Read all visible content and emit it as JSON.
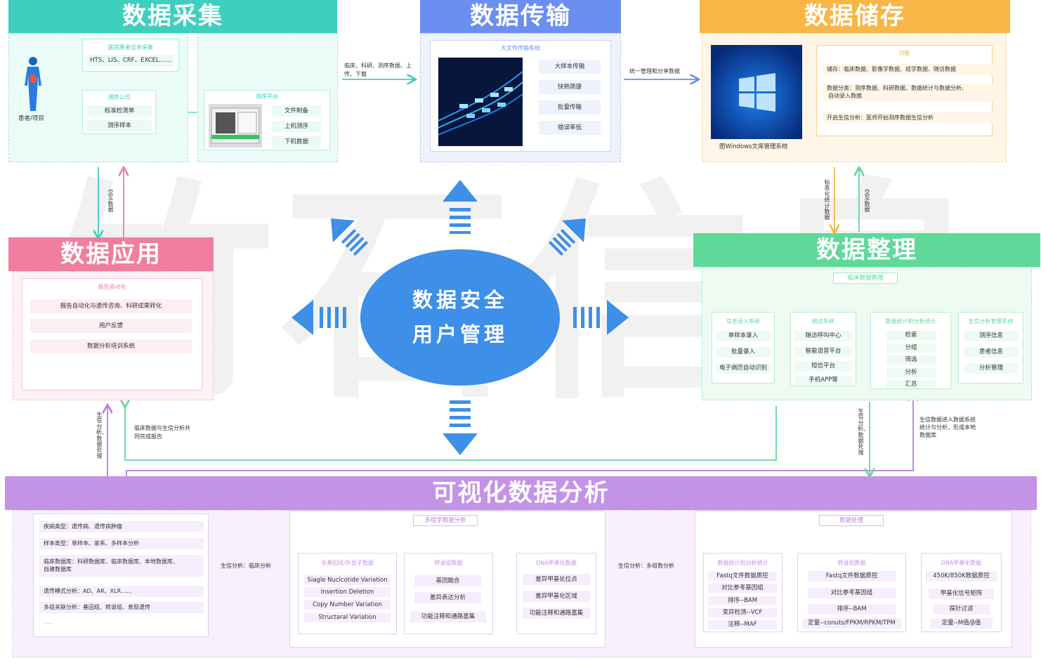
{
  "headers": {
    "collect": "数据采集",
    "transfer": "数据传输",
    "storage": "数据储存",
    "application": "数据应用",
    "organize": "数据整理",
    "visual": "可视化数据分析"
  },
  "center": {
    "line1": "数据安全",
    "line2": "用户管理"
  },
  "watermark": "竹石信息",
  "collect": {
    "patient_label": "患者/项目",
    "hospital": {
      "title": "医院患者信息采集",
      "item": "HTS、LIS、CRF、EXCEL……"
    },
    "company": {
      "title": "测序公司",
      "items": [
        "标准检测单",
        "测序样本"
      ]
    },
    "platform": {
      "title": "测序平台",
      "items": [
        "文件制备",
        "上机测序",
        "下机数据"
      ]
    }
  },
  "transfer": {
    "title": "大文件传输系统",
    "items": [
      "大样本传输",
      "快熟简捷",
      "批量传输",
      "错误率低"
    ],
    "arrow_in": "临床、科研、测序数据、上传、下载",
    "arrow_out": "统一管理和分享数据"
  },
  "storage": {
    "caption": "图Windows文库管理系统",
    "func_title": "功能",
    "items": [
      "储存：临床数据、影像学数据、组学数据、随访数据",
      "数据分类：测序数据、科研数据、数据统计与数据分析、",
      "自动录入数据",
      "开启生信分析：医师开始测序数据生信分析"
    ]
  },
  "arrows": {
    "collect_app": "交互数据",
    "storage_down": "标准化统计数据",
    "storage_up": "交互数据",
    "app_left": "生信分析、数据处理",
    "app_right": "临床数据与生信分析共同完成报告",
    "org_down": "生信分析、数据处理",
    "org_right": "生信数据进入数据系统统计与分析，形成本地数据库"
  },
  "application": {
    "title": "报告自动化",
    "items": [
      "报告自动化与遗传咨询、科研成果转化",
      "用户反馈",
      "数据分析培训系统"
    ]
  },
  "organize": {
    "title": "临床数据管理",
    "cols": [
      {
        "title": "信息录入系统",
        "items": [
          "单样本录入",
          "批量录入",
          "电子病历自动识别"
        ]
      },
      {
        "title": "随访系统",
        "items": [
          "随访呼叫中心",
          "智能语音平台",
          "短信平台",
          "手机APP等"
        ]
      },
      {
        "title": "数据统计和分析统计",
        "items": [
          "检索",
          "分组",
          "筛选",
          "分析",
          "汇总"
        ]
      },
      {
        "title": "生信分析管理系统",
        "items": [
          "测序信息",
          "患者信息",
          "分析管理"
        ]
      }
    ]
  },
  "visual": {
    "list": [
      "疾病类型：遗传病、遗传病肿瘤",
      "样本类型：单样本、家系、多样本分析",
      "临床数据库：科研数据库、临床数据库、本地数据库、",
      "自建数据库",
      "遗传模式分析：AD、AR、XLR……",
      "多组关联分析：基因组、转录组、表现遗传"
    ],
    "list_note": "……",
    "arrow1": "生信分析：临床分析",
    "arrow2": "生信分析：多组数分析",
    "multi": {
      "title": "多组学数据分析",
      "cols": [
        {
          "title": "全基因组/外显子数据",
          "items": [
            "Siagle Nuclcotide Variation",
            "Insertion Deletion",
            "Copy Number Variation",
            "Structaral Variation"
          ]
        },
        {
          "title": "转录组数据",
          "items": [
            "基因融合",
            "差异表达分析",
            "功能注释和通路富集"
          ]
        },
        {
          "title": "DNA甲基化数据",
          "items": [
            "差异甲基化位点",
            "差异甲基化区域",
            "功能注释和通路富集"
          ]
        }
      ]
    },
    "proc": {
      "title": "数据处理",
      "cols": [
        {
          "title": "数据统计和分析统计",
          "items": [
            "Fastq文件数据质控",
            "对比参考基因组",
            "排序--BAM",
            "变异检测--VCF",
            "注释--MAF"
          ]
        },
        {
          "title": "转录组数据",
          "items": [
            "Fastq文件数据质控",
            "对比参考基因组",
            "排序--BAM",
            "定量--conuts/FPKM/RPKM/TPM"
          ]
        },
        {
          "title": "DNA甲基化数据",
          "items": [
            "450K/850K数据质控",
            "甲基化信号矩阵",
            "探针过滤",
            "定量--M值/β值"
          ]
        }
      ]
    }
  },
  "colors": {
    "teal": "#3ecfbe",
    "blue": "#6a8ff0",
    "orange": "#f7b646",
    "pink": "#f07e9e",
    "green": "#5fd99a",
    "purple": "#c393e6",
    "center": "#3d8fe8"
  },
  "icons": [
    "human-body-icon",
    "sequencer-machine-icon",
    "data-stream-image",
    "windows-logo-icon"
  ]
}
